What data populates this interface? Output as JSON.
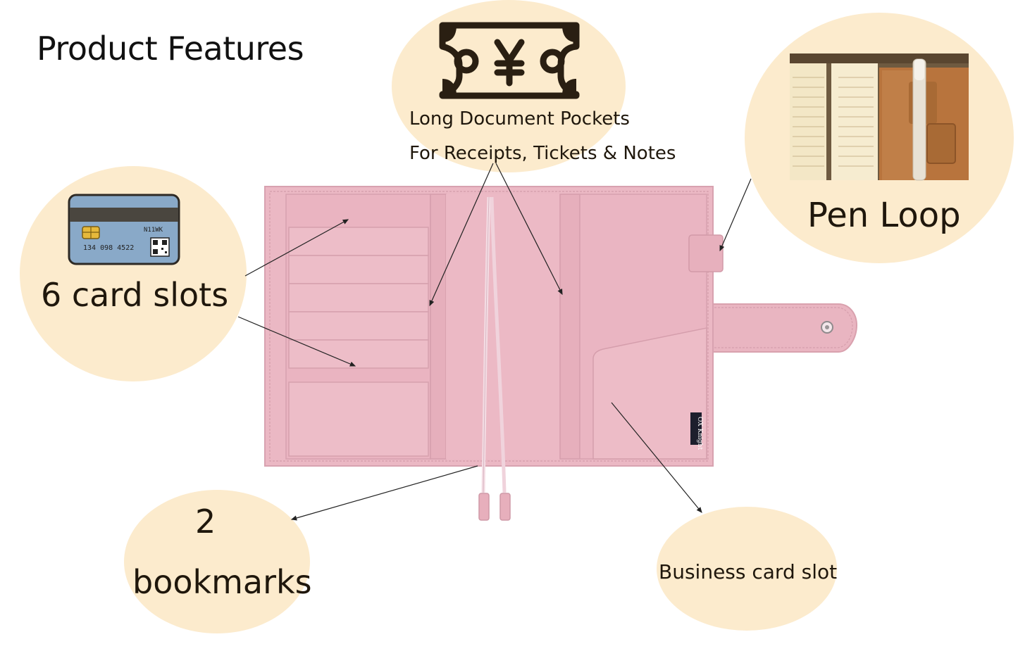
{
  "page": {
    "title": "Product Features"
  },
  "features": {
    "long_document_pockets": {
      "line1": "Long Document Pockets",
      "line2": "For Receipts, Tickets & Notes"
    },
    "pen_loop": {
      "label": "Pen Loop"
    },
    "card_slots": {
      "label": "6 card slots"
    },
    "bookmarks": {
      "line1": "2",
      "line2": "bookmarks"
    },
    "business_card_slot": {
      "label": "Business card slot"
    }
  },
  "card_illustration": {
    "brand": "N11WK",
    "number": "134 098 4522"
  },
  "wallet": {
    "brand_tag": "OX Knight"
  },
  "colors": {
    "circle_fill": "#fcebcd",
    "wallet_pink": "#e8b4c0",
    "text": "#1f170c"
  }
}
